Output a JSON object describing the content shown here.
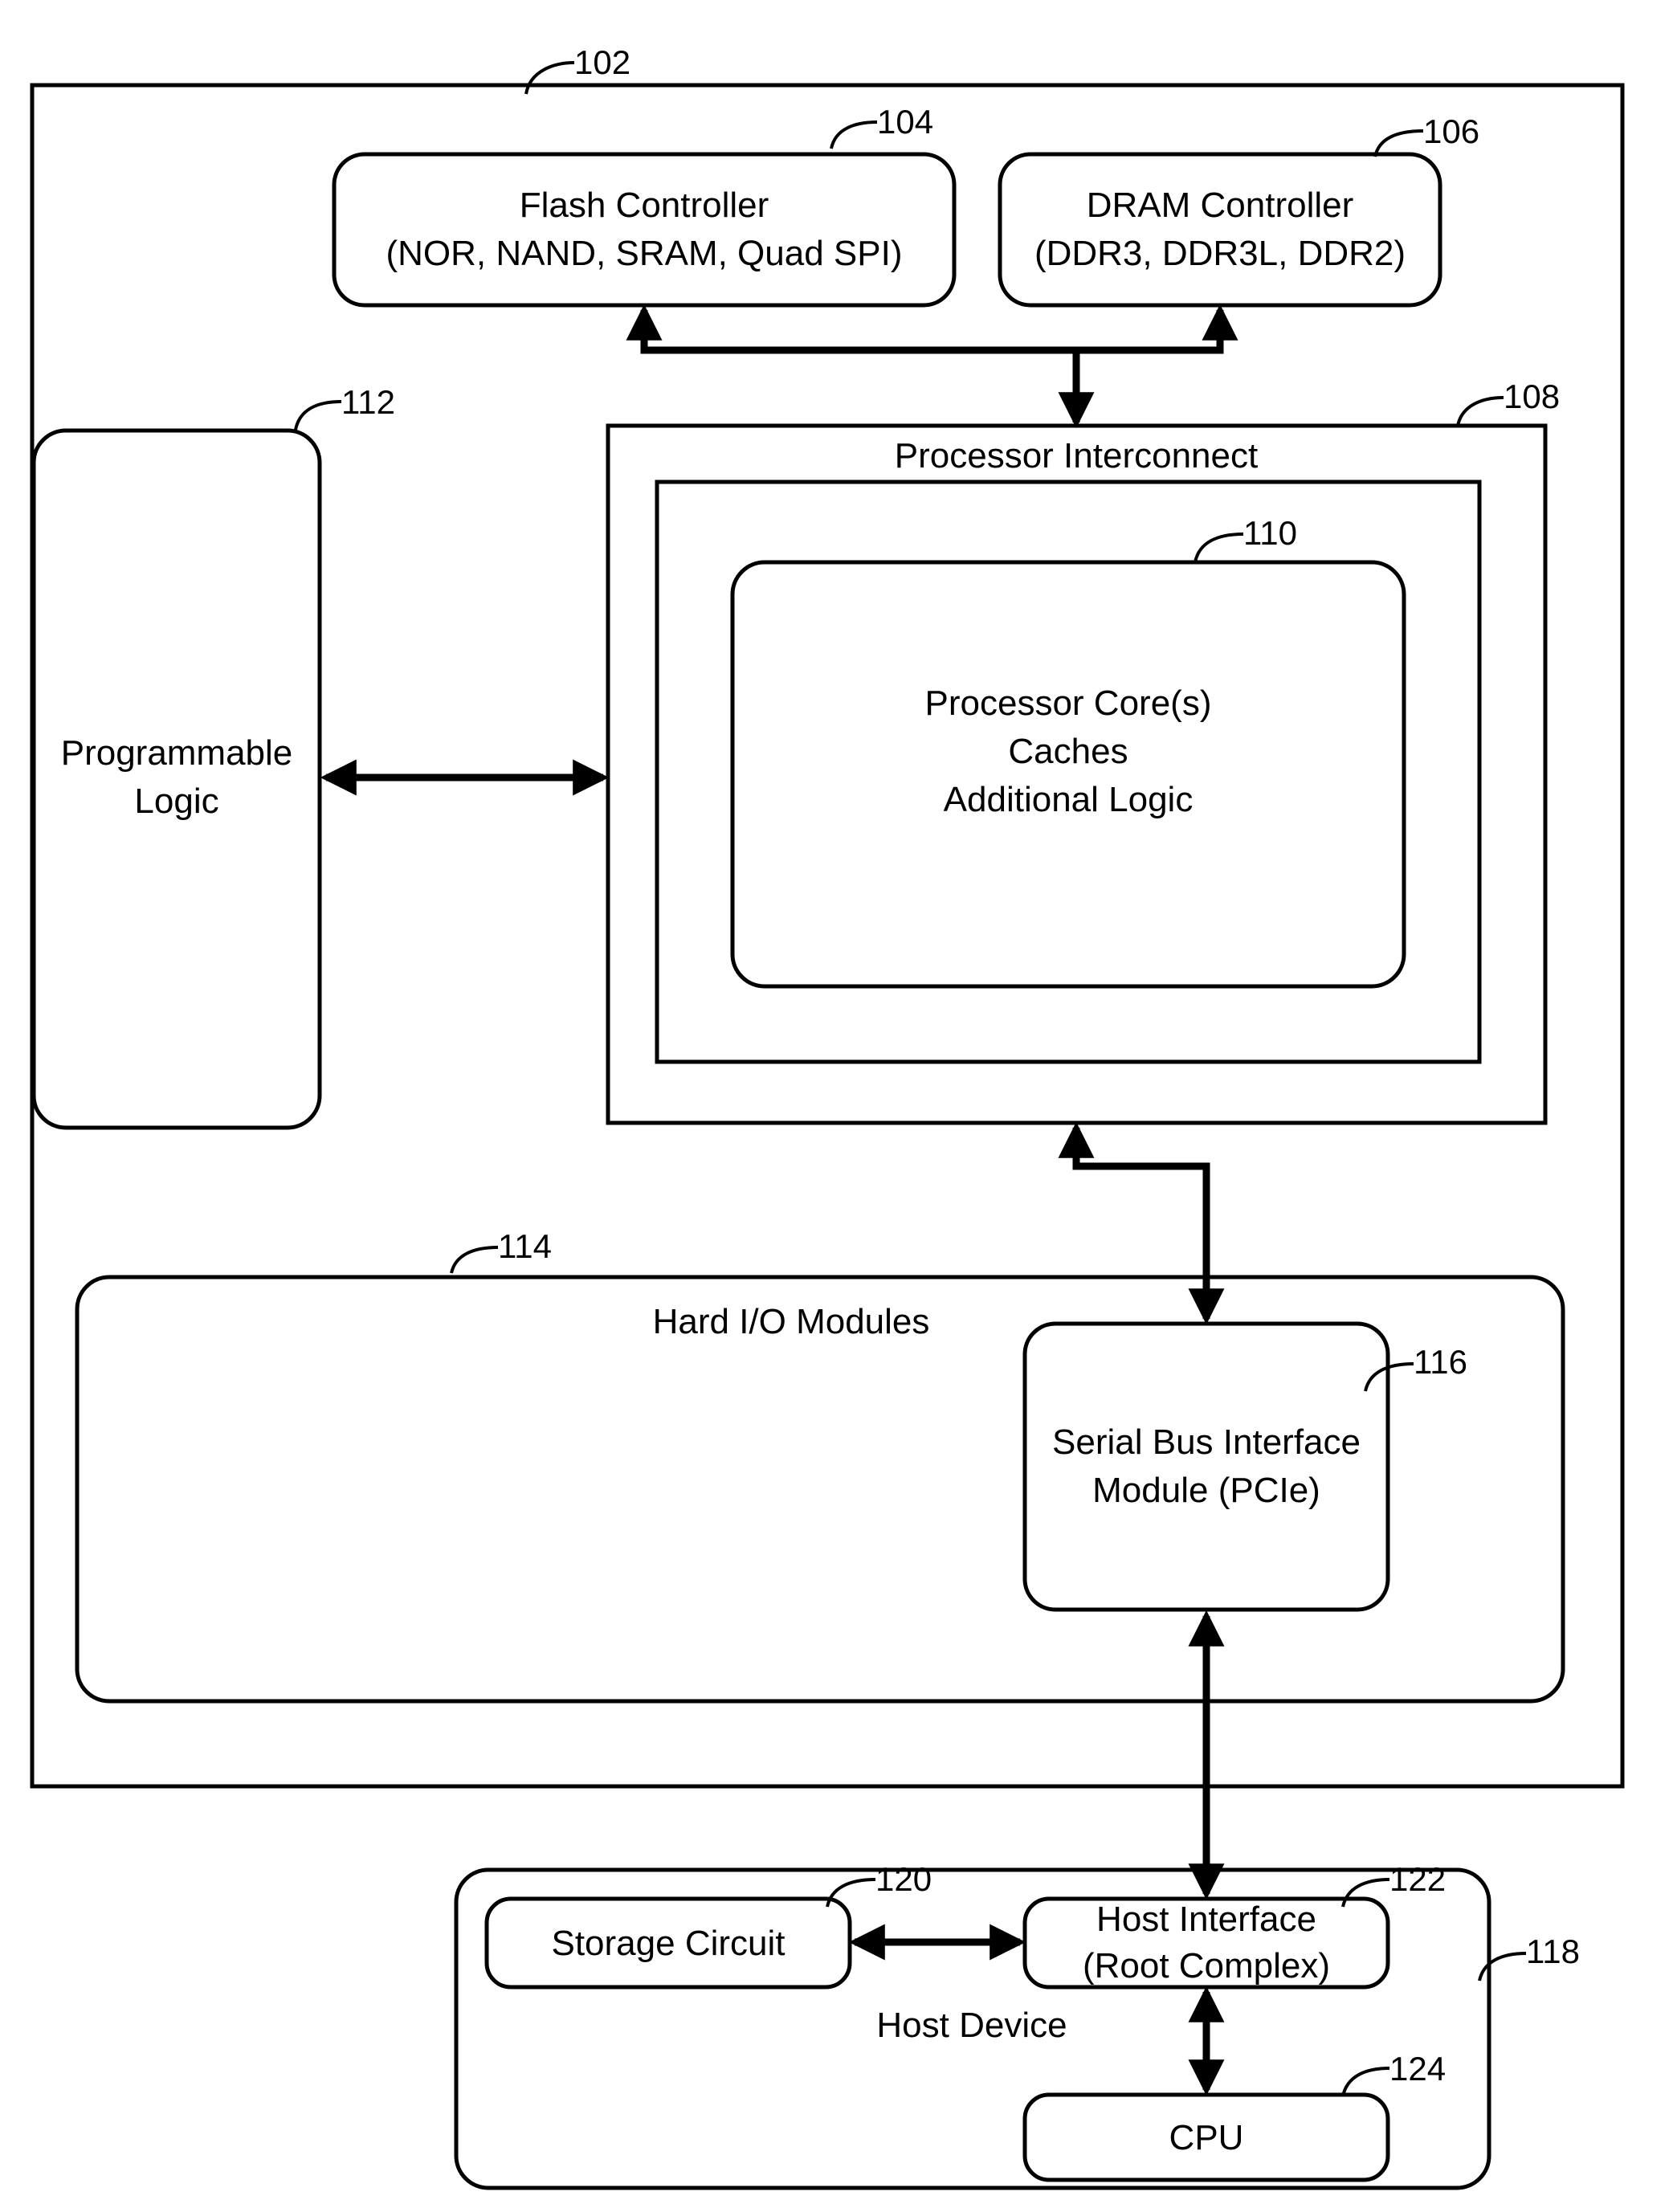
{
  "diagram": {
    "outer_block": {
      "ref": "102"
    },
    "flash_controller": {
      "ref": "104",
      "line1": "Flash Controller",
      "line2": "(NOR, NAND, SRAM, Quad SPI)"
    },
    "dram_controller": {
      "ref": "106",
      "line1": "DRAM Controller",
      "line2": "(DDR3, DDR3L, DDR2)"
    },
    "processor_interconnect": {
      "ref": "108",
      "label": "Processor Interconnect"
    },
    "processor_core": {
      "ref": "110",
      "line1": "Processor Core(s)",
      "line2": "Caches",
      "line3": "Additional Logic"
    },
    "programmable_logic": {
      "ref": "112",
      "line1": "Programmable",
      "line2": "Logic"
    },
    "hard_io_modules": {
      "ref": "114",
      "label": "Hard I/O Modules"
    },
    "serial_bus_interface": {
      "ref": "116",
      "line1": "Serial Bus Interface",
      "line2": "Module (PCIe)"
    },
    "host_device": {
      "ref": "118",
      "label": "Host Device"
    },
    "storage_circuit": {
      "ref": "120",
      "label": "Storage Circuit"
    },
    "host_interface": {
      "ref": "122",
      "line1": "Host Interface",
      "line2": "(Root Complex)"
    },
    "cpu": {
      "ref": "124",
      "label": "CPU"
    }
  }
}
